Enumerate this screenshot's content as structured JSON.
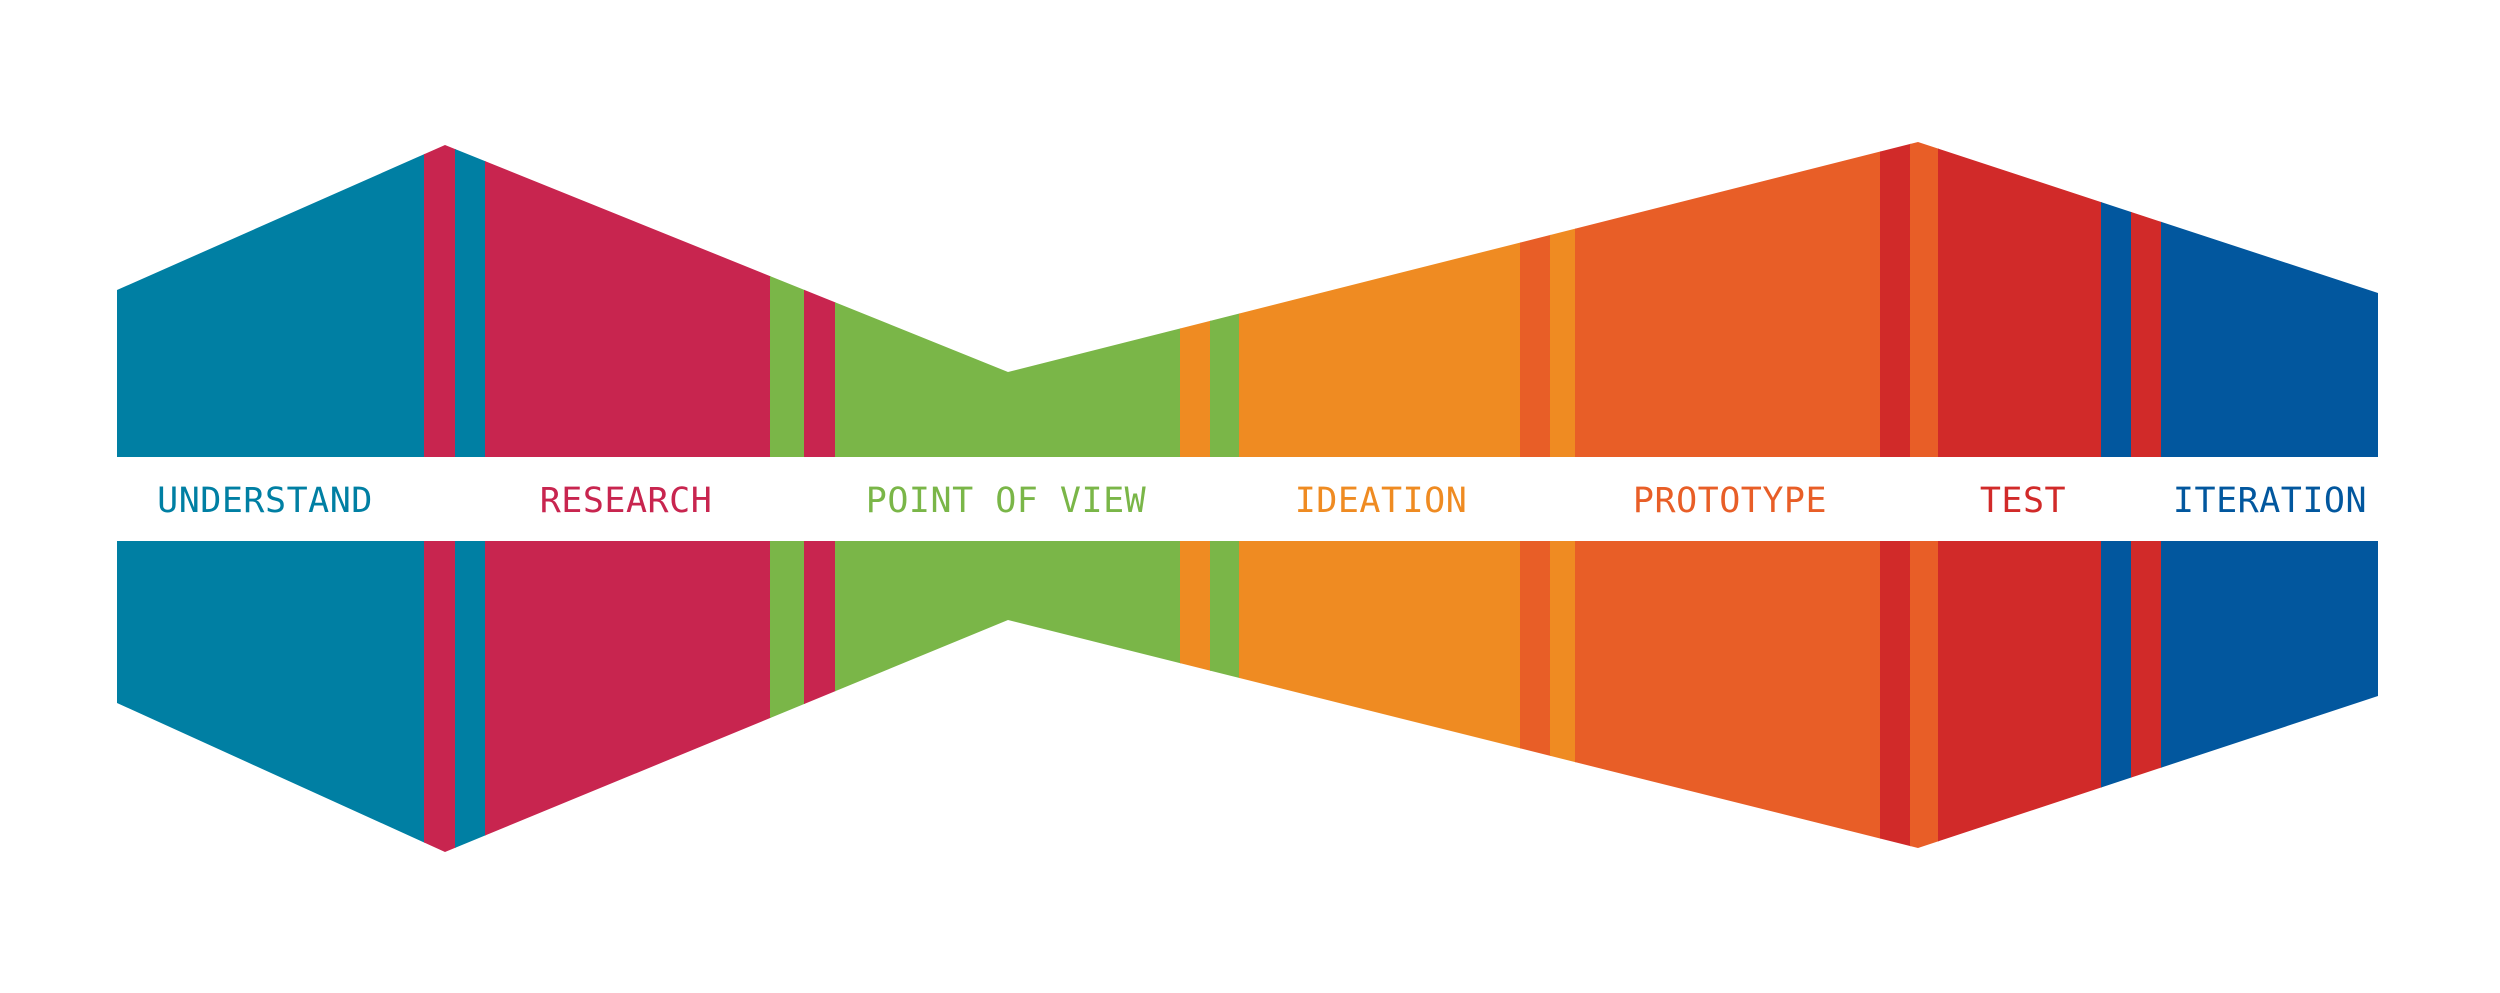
{
  "stages": [
    {
      "id": "understand",
      "label": "UNDERSTAND",
      "color": "#007FA3"
    },
    {
      "id": "research",
      "label": "RESEARCH",
      "color": "#C8254F"
    },
    {
      "id": "point-of-view",
      "label": "POINT OF VIEW",
      "color": "#7AB648"
    },
    {
      "id": "ideation",
      "label": "IDEATION",
      "color": "#EF8B22"
    },
    {
      "id": "prototype",
      "label": "PROTOTYPE",
      "color": "#E85E27"
    },
    {
      "id": "test",
      "label": "TEST",
      "color": "#D12A29"
    },
    {
      "id": "iteration",
      "label": "ITERATION",
      "color": "#02579E"
    }
  ]
}
